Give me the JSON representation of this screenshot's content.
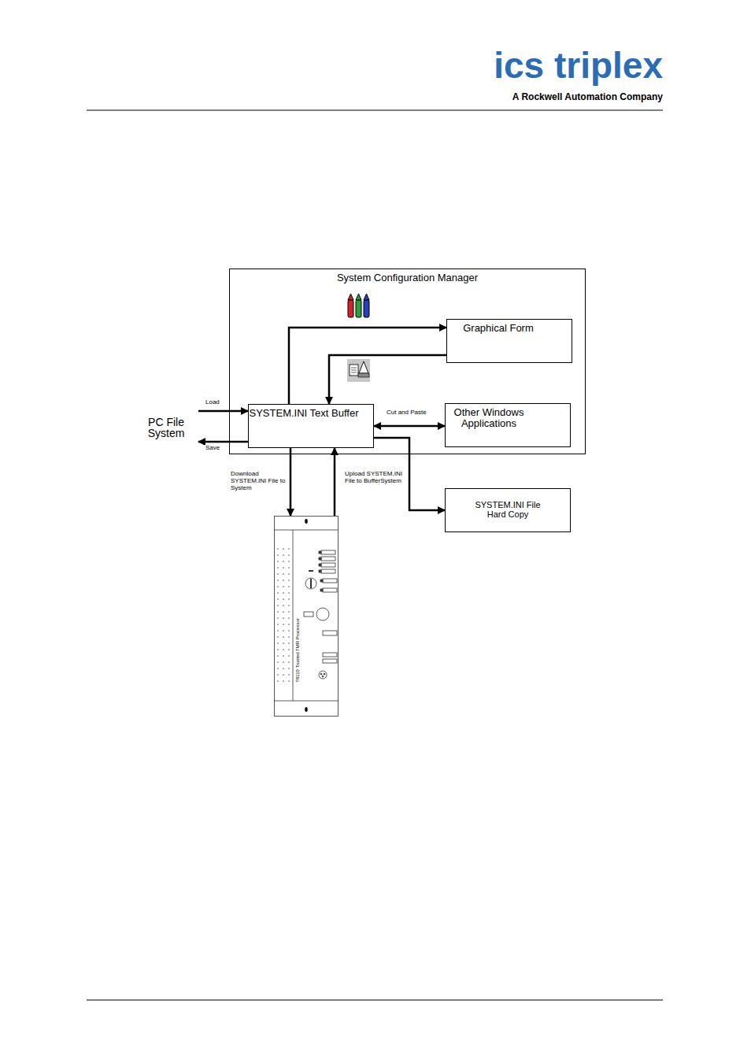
{
  "diagram": {
    "nodes": [
      {
        "text": [
          "System Configuration Manager"
        ]
      },
      {
        "text": [
          "Graphical Form"
        ],
        "in": 0
      },
      {
        "text": [
          "PC File System"
        ]
      },
      {
        "text": [
          "SYSTEM.INI Text Buffer"
        ],
        "in": 0
      },
      {
        "text": [
          "Other Windows Applications"
        ],
        "in": 0
      },
      {
        "text": [
          "SYSTEM.INI File Hard Copy"
        ]
      },
      {
        "text": [
          "T8110 Trusted TMR Processor"
        ]
      }
    ],
    "edges": [
      {
        "from": 3,
        "to": 1,
        "arrow": "to"
      },
      {
        "from": 1,
        "to": 3,
        "arrow": "to"
      },
      {
        "from": 2,
        "to": 3,
        "label": "Load",
        "arrow": "to"
      },
      {
        "from": 3,
        "to": 2,
        "label": "Save",
        "arrow": "to"
      },
      {
        "from": 3,
        "to": 4,
        "label": "Cut and Paste",
        "arrow": "both"
      },
      {
        "from": 3,
        "to": 5,
        "arrow": "to"
      },
      {
        "from": 3,
        "to": 6,
        "label": "Download SYSTEM.INI File to System",
        "arrow": "to"
      },
      {
        "from": 6,
        "to": 3,
        "label": "Upload SYSTEM.INI File to BufferSystem",
        "arrow": "to"
      }
    ],
    "labels": [
      "ics triplex",
      "A Rockwell Automation Company"
    ]
  }
}
